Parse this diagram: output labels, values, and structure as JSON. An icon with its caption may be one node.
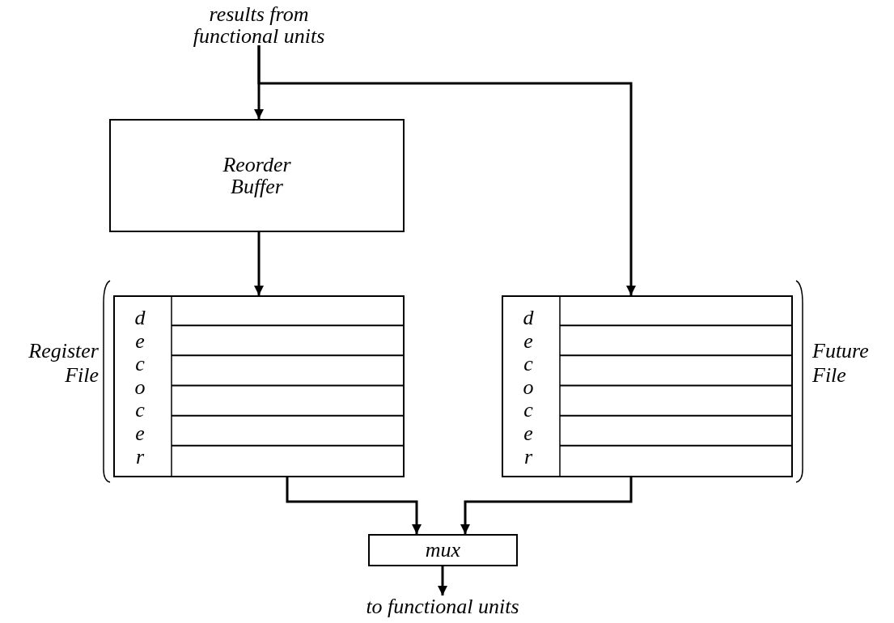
{
  "diagram": {
    "nodes": [
      {
        "text": [
          "results from functional units"
        ]
      },
      {
        "text": [
          "Reorder Buffer"
        ]
      },
      {
        "text": [
          "decocer"
        ],
        "beside": [
          "Register File"
        ]
      },
      {
        "text": [
          "decocer"
        ],
        "beside": [
          "Future File"
        ]
      },
      {
        "text": [
          "mux"
        ]
      },
      {
        "text": [
          "to functional units"
        ]
      }
    ],
    "edges": [
      {
        "from": 0,
        "to": 1,
        "arrow": "to"
      },
      {
        "from": 0,
        "to": 3,
        "arrow": "to"
      },
      {
        "from": 1,
        "to": 2,
        "arrow": "to"
      },
      {
        "from": 2,
        "to": 4,
        "arrow": "to"
      },
      {
        "from": 3,
        "to": 4,
        "arrow": "to"
      },
      {
        "from": 4,
        "to": 5,
        "arrow": "to"
      }
    ]
  }
}
